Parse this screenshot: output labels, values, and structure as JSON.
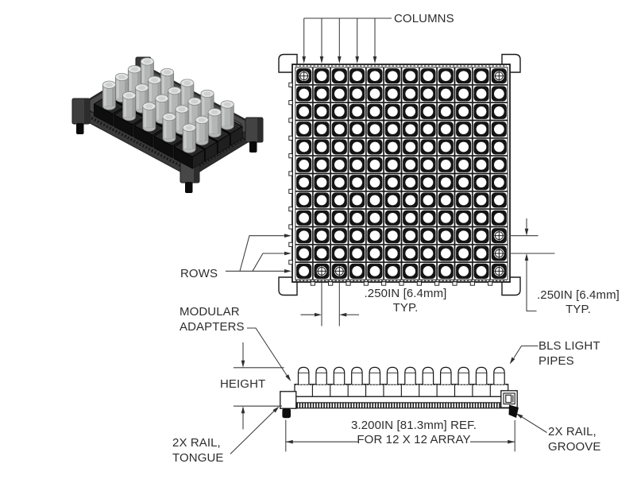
{
  "colors": {
    "ink": "#141414",
    "callout_line": "#3b3b3b",
    "text": "#2d2d2d",
    "iso_rail": "#4b4b4b",
    "iso_rail_side": "#3a3a3a",
    "iso_rail_side2": "#2d2d2d",
    "iso_block_top": "#272727",
    "iso_block_left": "#0e0e0e",
    "iso_block_right": "#1f1f1f",
    "iso_cylinder": "#b4b6b6",
    "iso_cylinder_shade": "#9fa1a1",
    "iso_cylinder_light": "#c9cbcb",
    "iso_cylinder_top": "#e4e5e5",
    "iso_cylinder_top_inner": "#cfd1d1",
    "iso_foot": "#0a0a0a"
  },
  "top_view": {
    "columns_label": "COLUMNS",
    "rows_label": "ROWS",
    "grid": {
      "rows": 12,
      "cols": 12,
      "crosshair_cells": [
        [
          1,
          1
        ],
        [
          1,
          12
        ],
        [
          10,
          12
        ],
        [
          11,
          12
        ],
        [
          12,
          2
        ],
        [
          12,
          3
        ],
        [
          12,
          12
        ]
      ]
    },
    "column_pitch": {
      "value": ".250IN [6.4mm]",
      "suffix": "TYP."
    },
    "row_pitch": {
      "value": ".250IN [6.4mm]",
      "suffix": "TYP."
    }
  },
  "side_view": {
    "light_pipes": 12,
    "modular_adapters_label": [
      "MODULAR",
      "ADAPTERS"
    ],
    "height_label": "HEIGHT",
    "bls_label": [
      "BLS LIGHT",
      "PIPES"
    ],
    "tongue_label": [
      "2X RAIL,",
      "TONGUE"
    ],
    "groove_label": [
      "2X RAIL,",
      "GROOVE"
    ],
    "width_dim": [
      "3.200IN [81.3mm] REF.",
      "FOR 12 X 12 ARRAY"
    ]
  },
  "isometric_view": {
    "rows": 4,
    "cols": 5
  }
}
